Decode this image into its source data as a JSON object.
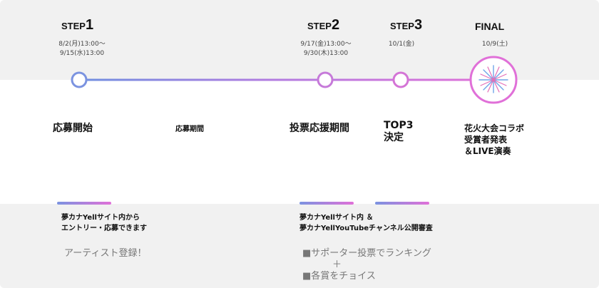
{
  "steps": [
    {
      "word": "STEP",
      "num": "1",
      "date_line1": "8/2(月)13:00〜",
      "date_line2": "9/15(水)13:00"
    },
    {
      "word": "STEP",
      "num": "2",
      "date_line1": "9/17(金)13:00〜",
      "date_line2": "9/30(木)13:00"
    },
    {
      "word": "STEP",
      "num": "3",
      "date_line1": "10/1(金)",
      "date_line2": ""
    }
  ],
  "final": {
    "title": "FINAL",
    "date": "10/9(土)"
  },
  "milestones": {
    "start": "応募開始",
    "entry_period": "応募期間",
    "vote_period": "投票応援期間",
    "top3_line1": "TOP3",
    "top3_line2": "決定",
    "final_line1": "花火大会コラボ",
    "final_line2": "受賞者発表",
    "final_line3": "＆LIVE演奏"
  },
  "details": {
    "entry_line1": "夢カナYellサイト内から",
    "entry_line2": "エントリー・応募できます",
    "entry_note": "アーティスト登録！",
    "vote_line1": "夢カナYellサイト内 ＆",
    "vote_line2": "夢カナYellYouTubeチャンネル公開審査",
    "vote_note1": "■サポーター投票でランキング",
    "vote_plus": "＋",
    "vote_note2": "■各賞をチョイス"
  },
  "colors": {
    "gradient_start": "#6f8fe0",
    "gradient_end": "#e070d8",
    "node_stroke": "#b07ce0",
    "band": "#f1f1f1"
  },
  "icons": {
    "final_node": "fireworks-icon"
  }
}
